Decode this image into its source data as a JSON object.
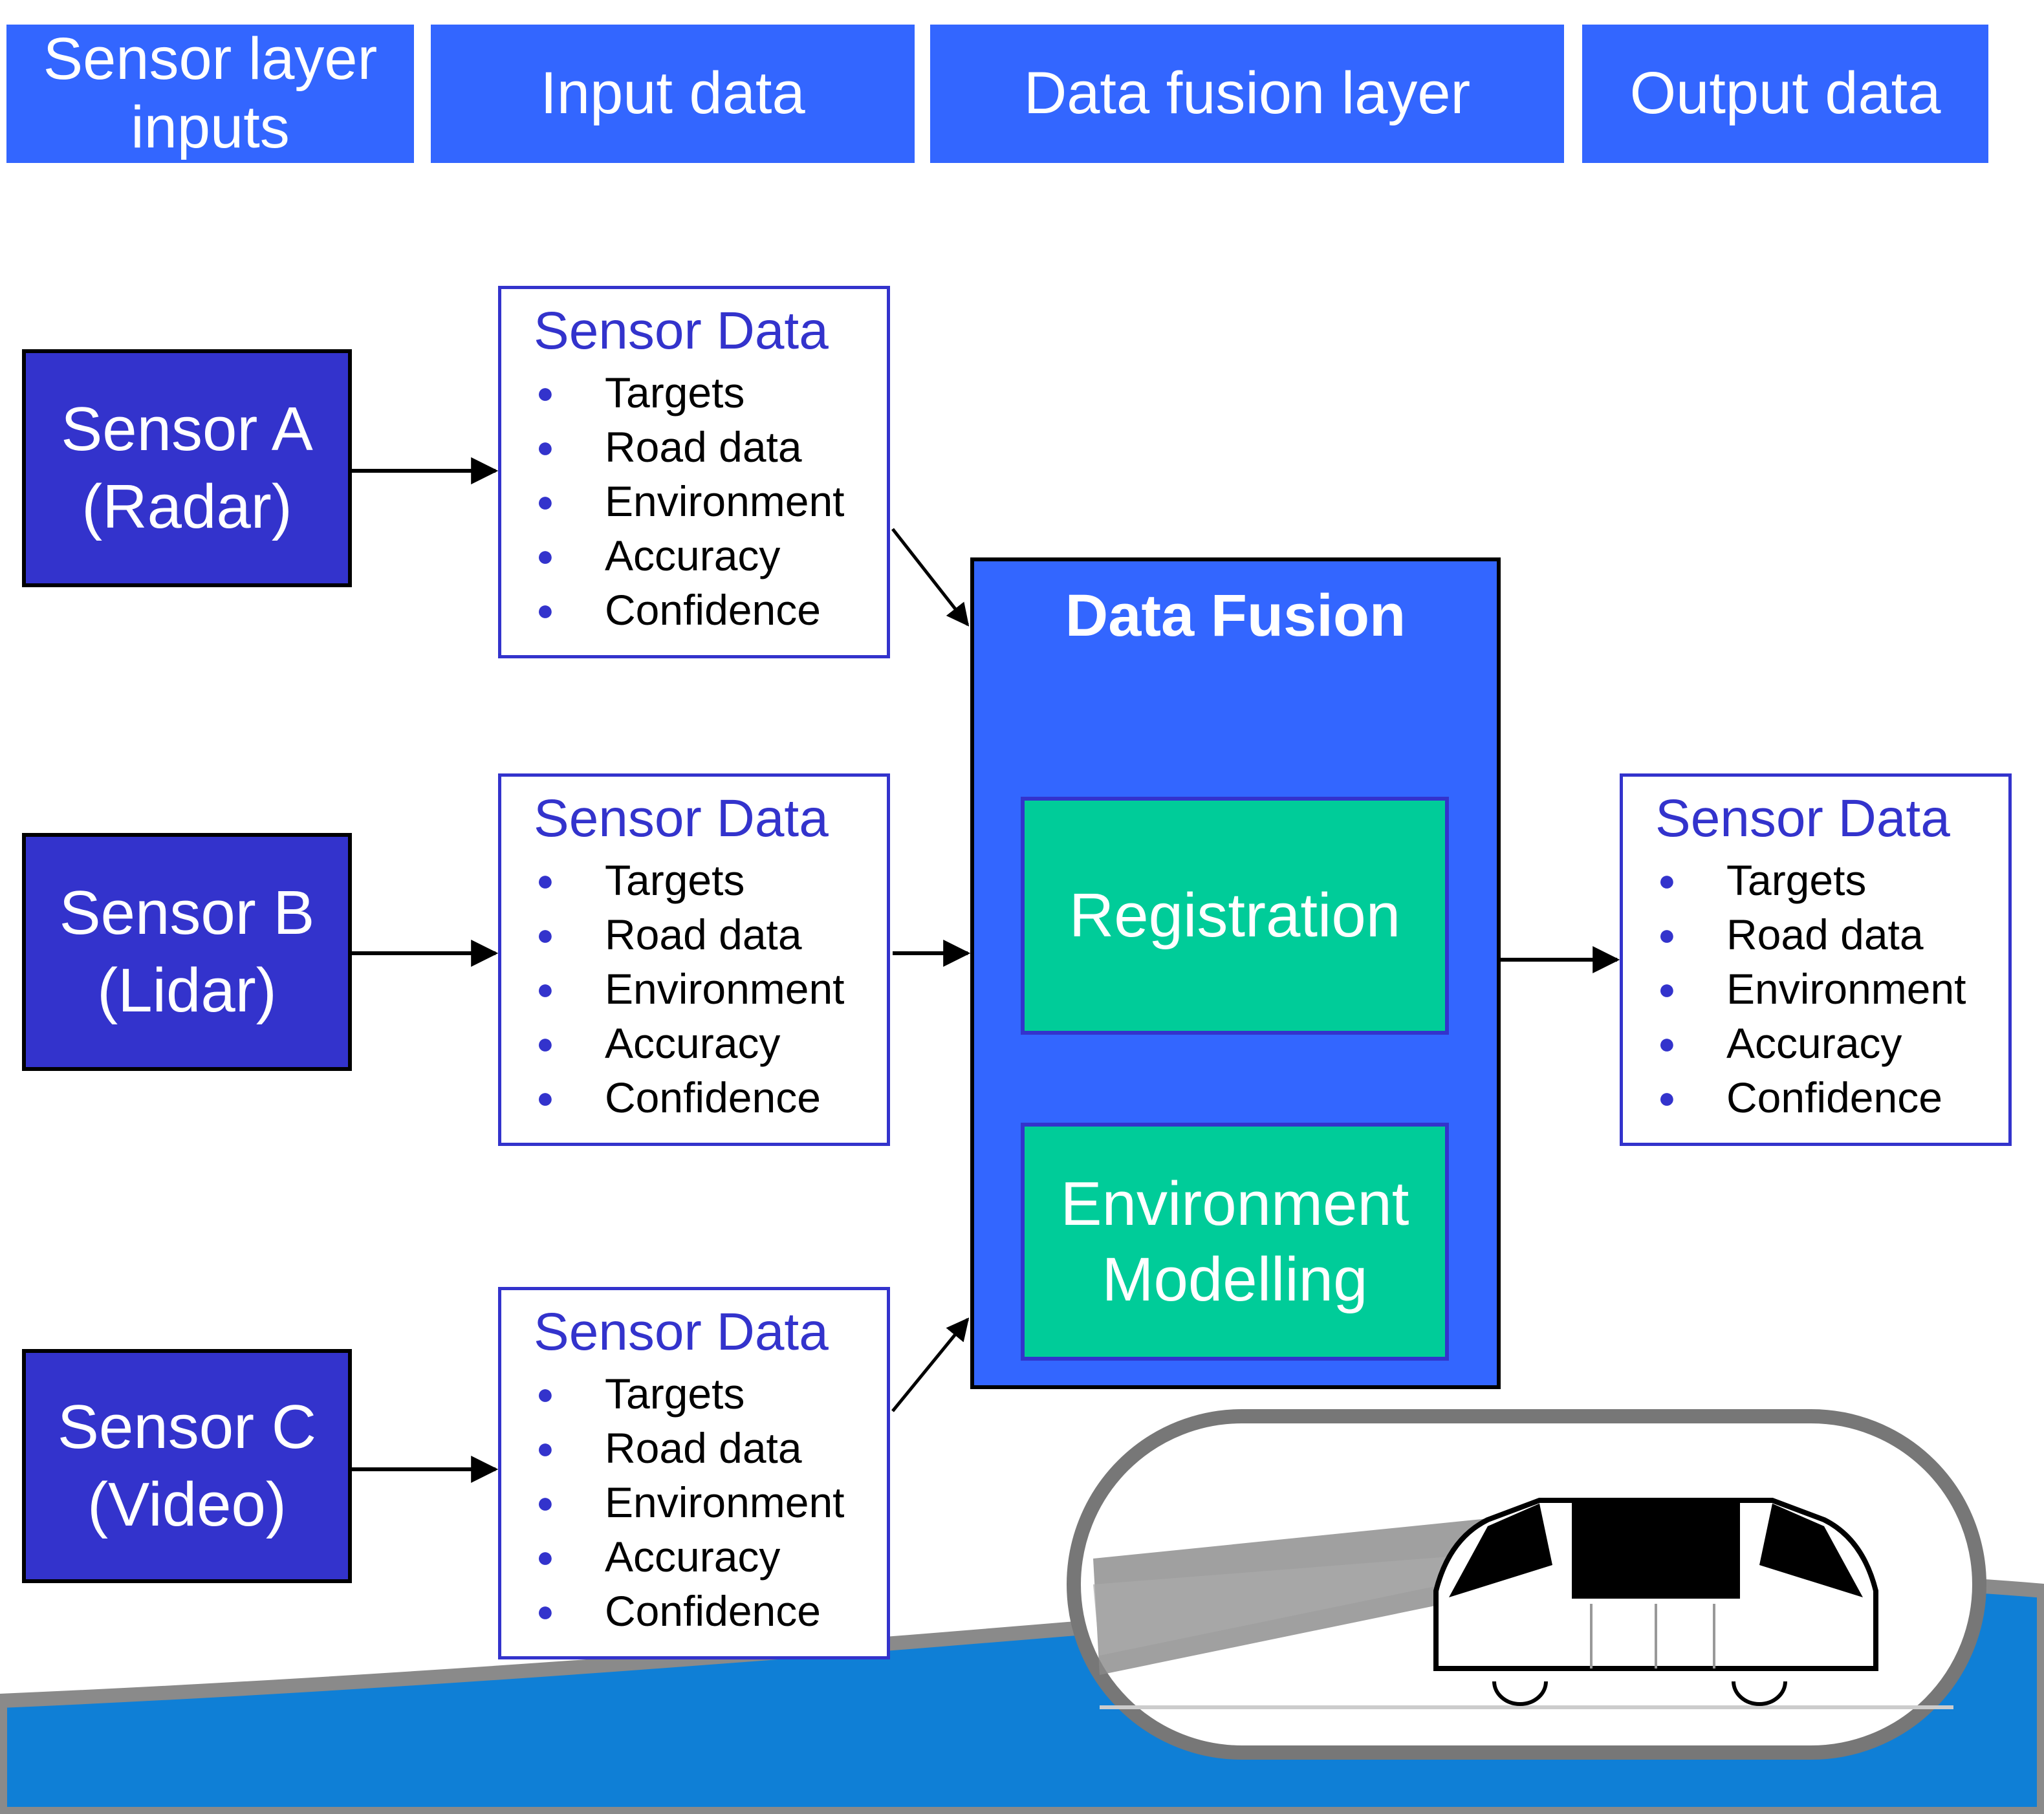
{
  "headers": [
    {
      "label": "Sensor layer inputs"
    },
    {
      "label": "Input data"
    },
    {
      "label": "Data fusion layer"
    },
    {
      "label": "Output data"
    }
  ],
  "sensors": [
    {
      "name": "Sensor A",
      "type": "(Radar)"
    },
    {
      "name": "Sensor B",
      "type": "(Lidar)"
    },
    {
      "name": "Sensor C",
      "type": "(Video)"
    }
  ],
  "sensor_data_card": {
    "title": "Sensor Data",
    "items": [
      "Targets",
      "Road data",
      "Environment",
      "Accuracy",
      "Confidence"
    ]
  },
  "fusion": {
    "title": "Data Fusion",
    "registration": "Registration",
    "environment_modelling": [
      "Environment",
      "Modelling"
    ]
  },
  "output": {
    "title": "Sensor Data",
    "items": [
      "Targets",
      "Road data",
      "Environment",
      "Accuracy",
      "Confidence"
    ]
  },
  "colors": {
    "header_blue": "#3366ff",
    "sensor_navy": "#3333cc",
    "fusion_blue": "#3366ff",
    "module_green": "#00cc99",
    "ground_blue": "#0f7fd6"
  },
  "icons": [
    "arrow-right-icon",
    "vehicle-icon",
    "bullet-icon"
  ]
}
